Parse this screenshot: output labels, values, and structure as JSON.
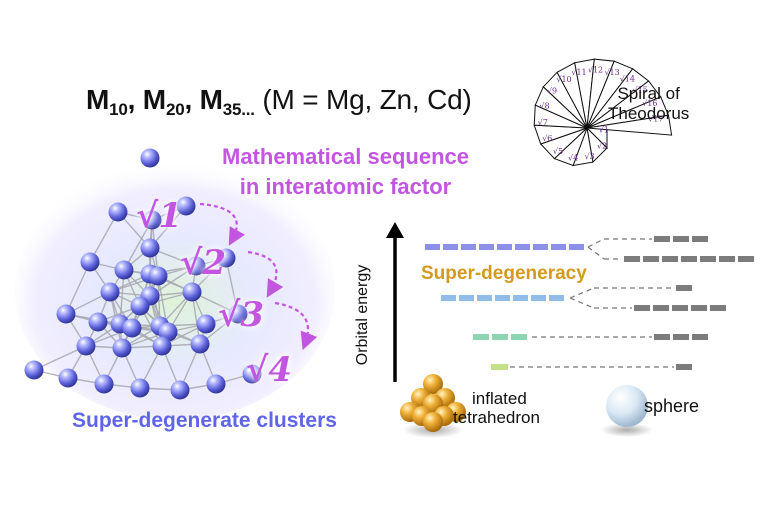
{
  "header": {
    "formula_m1": "M",
    "formula_s1": "10",
    "formula_m2": ", M",
    "formula_s2": "20",
    "formula_m3": ", M",
    "formula_s3": "35...",
    "formula_rest": " (M = Mg, Zn, Cd)"
  },
  "sequence_label": {
    "line1": "Mathematical sequence",
    "line2": "in interatomic factor"
  },
  "roots": [
    "√1",
    "√2",
    "√3",
    "√4"
  ],
  "cluster_label": "Super-degenerate clusters",
  "spiral": {
    "title_line1": "Spiral of",
    "title_line2": "Theodorus",
    "labels": [
      "√1",
      "√2",
      "√3",
      "√4",
      "√5",
      "√6",
      "√7",
      "√8",
      "√9",
      "√10",
      "√11",
      "√12",
      "√13",
      "√14",
      "√15",
      "√16",
      "√17"
    ]
  },
  "energy_diagram": {
    "axis_label": "Orbital energy",
    "superdegeneracy_label": "Super-degeneracy",
    "left_label_line1": "inflated",
    "left_label_line2": "tetrahedron",
    "right_label": "sphere"
  },
  "colors": {
    "purple": "#c356e0",
    "blue_text": "#5f64e8",
    "gold": "#d49a20",
    "level_purple": "#8d90e8",
    "level_blue": "#8fbde8",
    "level_green": "#8fd4b0",
    "level_lime": "#c4e08a",
    "level_gray": "#7c7c7c"
  }
}
